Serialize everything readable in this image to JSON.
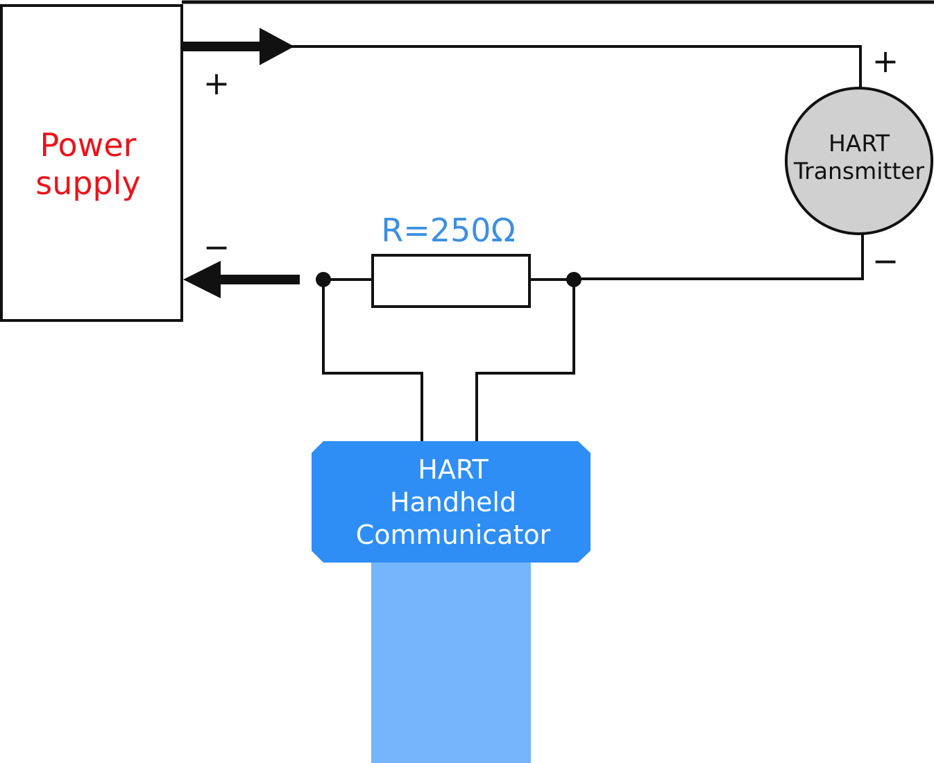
{
  "power_supply": {
    "label_line1": "Power",
    "label_line2": "supply",
    "plus": "+",
    "minus": "−"
  },
  "resistor": {
    "label": "R=250Ω"
  },
  "transmitter": {
    "label_line1": "HART",
    "label_line2": "Transmitter",
    "plus": "+",
    "minus": "−"
  },
  "communicator": {
    "label_line1": "HART",
    "label_line2": "Handheld",
    "label_line3": "Communicator"
  },
  "colors": {
    "power_label": "#e8141b",
    "resistor_label": "#3d8fe0",
    "communicator_body": "#2f8ef5",
    "communicator_cable": "#74b5fb",
    "transmitter_fill": "#d0d0d0"
  }
}
